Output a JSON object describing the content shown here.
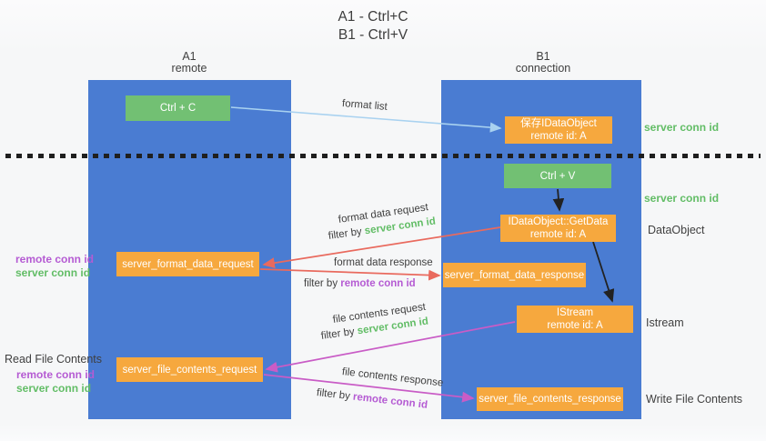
{
  "title": {
    "line1": "A1 - Ctrl+C",
    "line2": "B1 - Ctrl+V"
  },
  "lanes": {
    "left": {
      "name": "A1",
      "role": "remote"
    },
    "right": {
      "name": "B1",
      "role": "connection"
    }
  },
  "nodes": {
    "ctrl_c": {
      "label": "Ctrl + C"
    },
    "ctrl_v": {
      "label": "Ctrl + V"
    },
    "save_idataobject": {
      "line1": "保存IDataObject",
      "line2": "remote id: A"
    },
    "getdata": {
      "line1": "IDataObject::GetData",
      "line2": "remote id: A"
    },
    "istream": {
      "line1": "IStream",
      "line2": "remote id: A"
    },
    "format_request": {
      "label": "server_format_data_request"
    },
    "format_response": {
      "label": "server_format_data_response"
    },
    "file_request": {
      "label": "server_file_contents_request"
    },
    "file_response": {
      "label": "server_file_contents_response"
    }
  },
  "side_labels": {
    "server_conn_id_top": "server conn id",
    "server_conn_id_mid": "server conn id",
    "dataobject": "DataObject",
    "istream": "Istream",
    "write_file_contents": "Write File Contents",
    "read_file_contents": "Read File Contents",
    "left_group1": {
      "remote": "remote conn id",
      "server": "server conn id"
    },
    "left_group2": {
      "remote": "remote conn id",
      "server": "server conn id"
    }
  },
  "arrows": {
    "format_list": {
      "label": "format list"
    },
    "format_data_request": {
      "label": "format data request",
      "filter_prefix": "filter by",
      "filter_key": "server conn id"
    },
    "format_data_response": {
      "label": "format data response",
      "filter_prefix": "filter by",
      "filter_key": "remote conn id"
    },
    "file_contents_request": {
      "label": "file contents request",
      "filter_prefix": "filter by",
      "filter_key": "server conn id"
    },
    "file_contents_response": {
      "label": "file contents response",
      "filter_prefix": "filter by",
      "filter_key": "remote conn id"
    }
  },
  "colors": {
    "lane_blue": "#4a7cd2",
    "node_orange": "#f6a83e",
    "node_green": "#72c073",
    "accent_green": "#62bd66",
    "accent_purple": "#b55bd3",
    "arrow_red": "#e96a5e",
    "arrow_magenta": "#c95cc6",
    "arrow_light_blue": "#a9d2f0",
    "arrow_black": "#222222"
  }
}
